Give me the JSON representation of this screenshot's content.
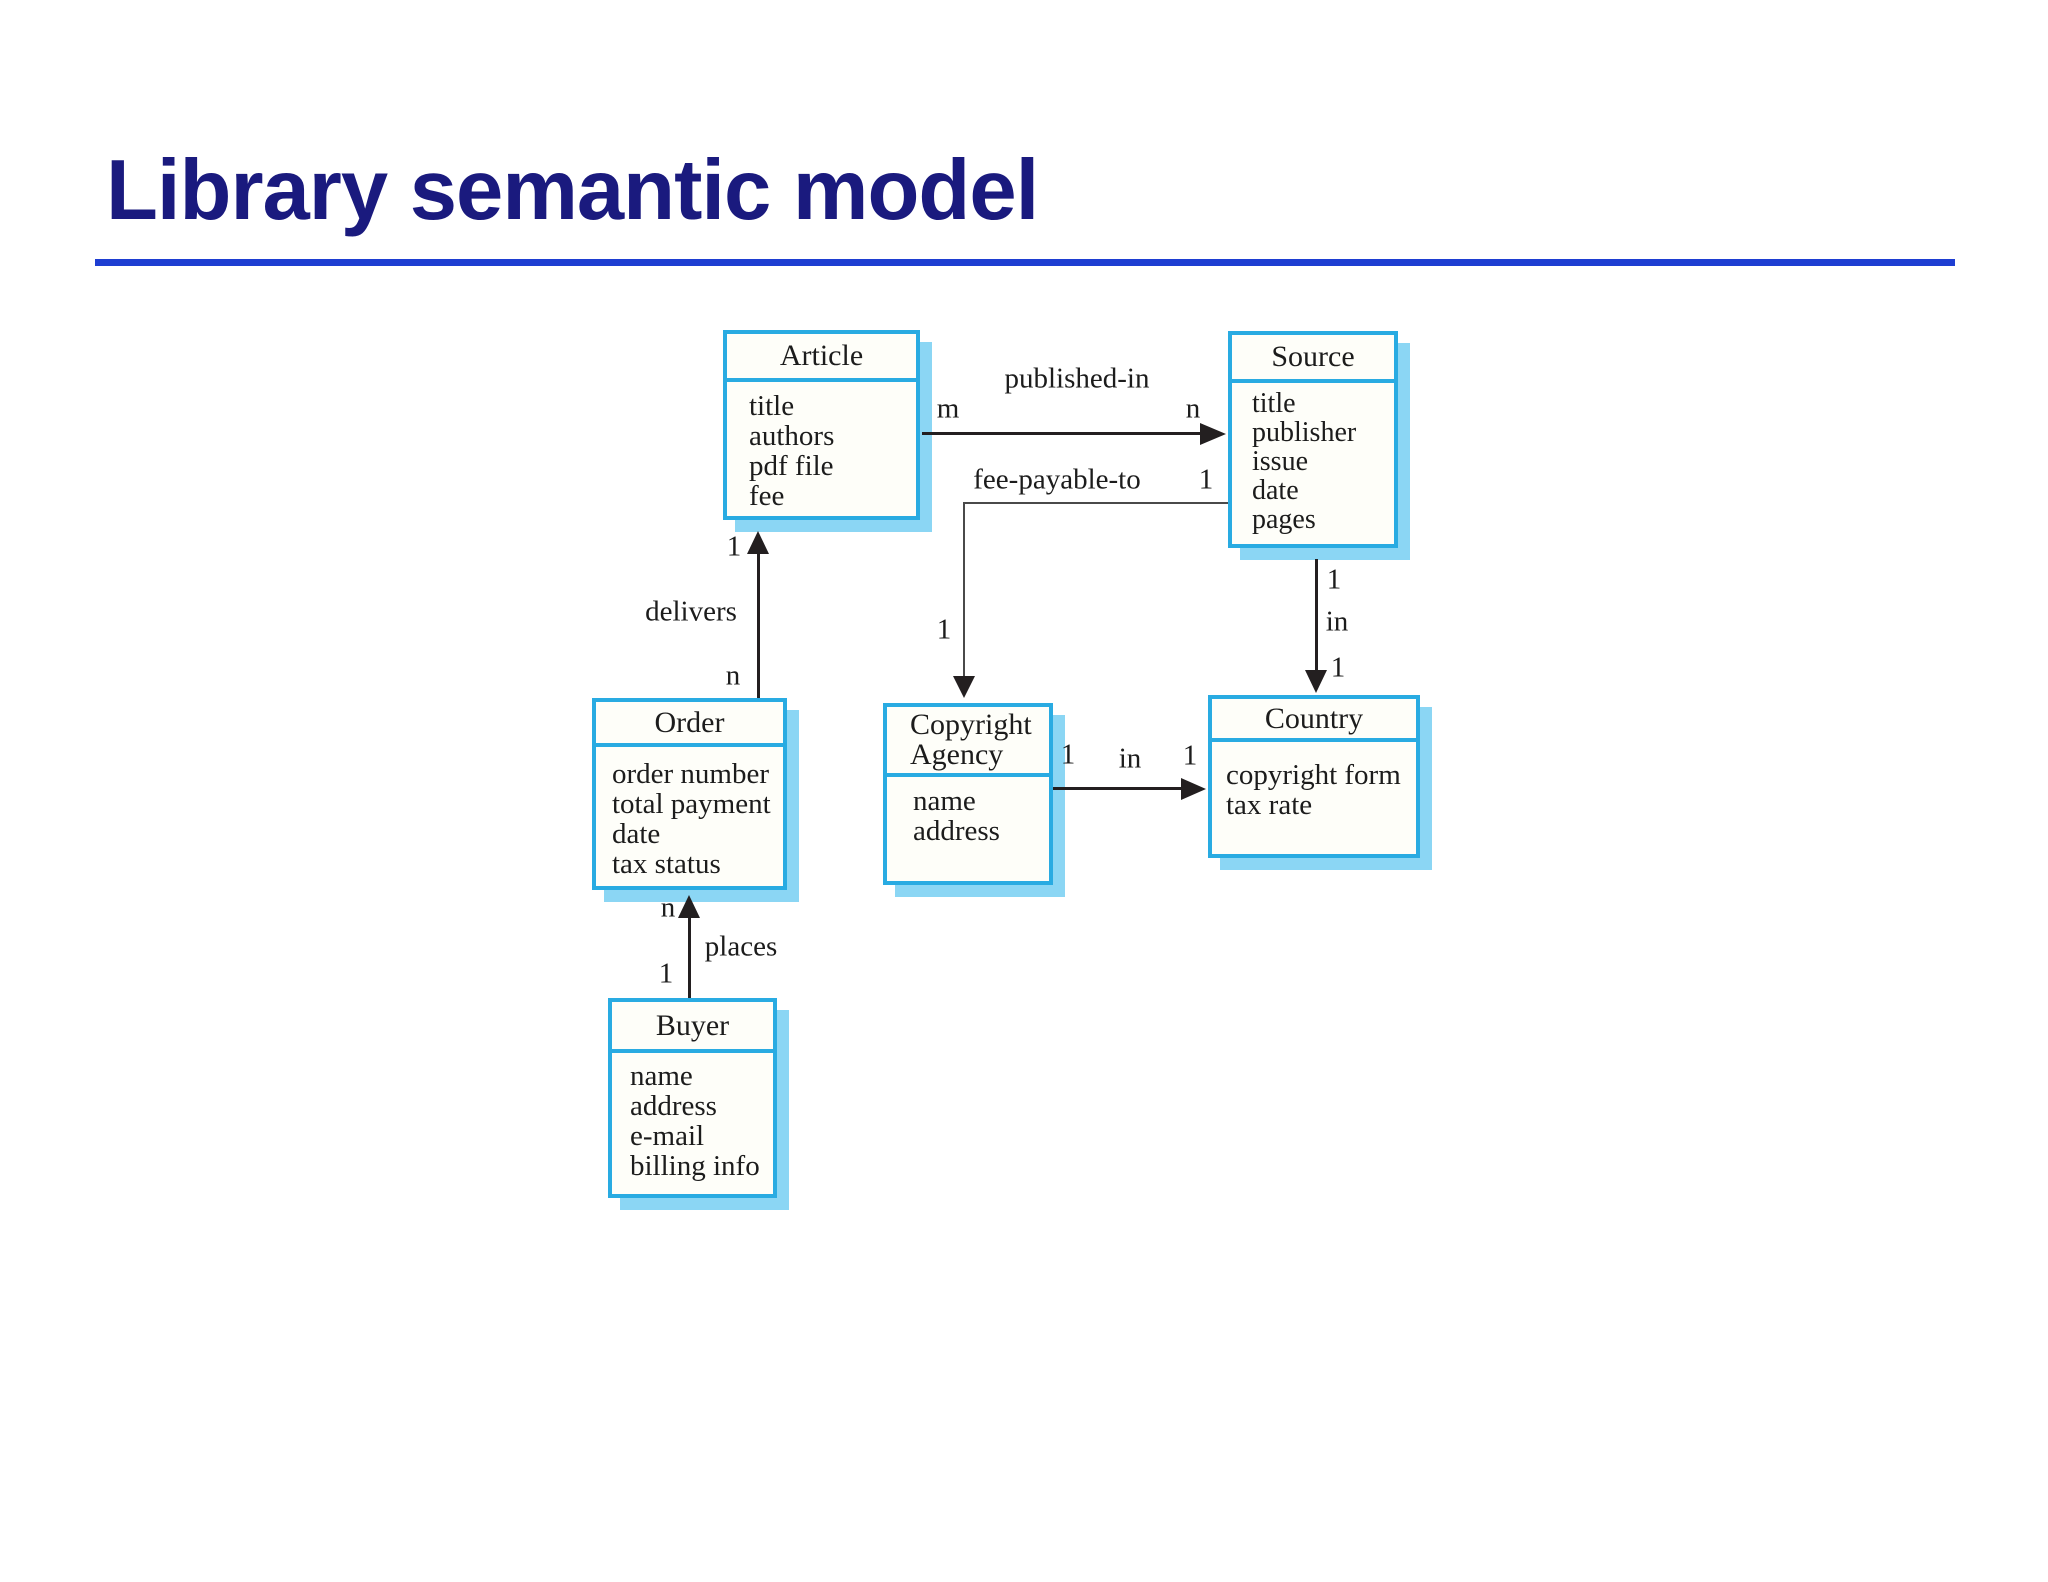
{
  "slide": {
    "title": "Library semantic model",
    "title_color": "#1a1a7e",
    "rule_color": "#1e3ed2"
  },
  "diagram": {
    "colors": {
      "box_border": "#29abe2",
      "box_shadow": "#8bd6f4",
      "box_fill": "#fefef9",
      "line": "#231f20",
      "text": "#1c1c1c"
    },
    "entities": [
      {
        "name": "Article",
        "attributes": [
          "title",
          "authors",
          "pdf file",
          "fee"
        ]
      },
      {
        "name": "Source",
        "attributes": [
          "title",
          "publisher",
          "issue",
          "date",
          "pages"
        ]
      },
      {
        "name": "Order",
        "attributes": [
          "order number",
          "total payment",
          "date",
          "tax status"
        ]
      },
      {
        "name": "Copyright Agency",
        "attributes": [
          "name",
          "address"
        ]
      },
      {
        "name": "Country",
        "attributes": [
          "copyright form",
          "tax rate"
        ]
      },
      {
        "name": "Buyer",
        "attributes": [
          "name",
          "address",
          "e-mail",
          "billing info"
        ]
      }
    ],
    "relationships": {
      "published_in": {
        "label": "published-in",
        "from": "Article",
        "to": "Source",
        "from_card": "m",
        "to_card": "n"
      },
      "fee_payable_to": {
        "label": "fee-payable-to",
        "from": "Source",
        "to": "Copyright Agency",
        "from_card": "1",
        "to_card": "1"
      },
      "delivers": {
        "label": "delivers",
        "from": "Order",
        "to": "Article",
        "from_card": "n",
        "to_card": "1"
      },
      "places": {
        "label": "places",
        "from": "Buyer",
        "to": "Order",
        "from_card": "1",
        "to_card": "n"
      },
      "in_source_country": {
        "label": "in",
        "from": "Source",
        "to": "Country",
        "from_card": "1",
        "to_card": "1"
      },
      "in_agency_country": {
        "label": "in",
        "from": "Copyright Agency",
        "to": "Country",
        "from_card": "1",
        "to_card": "1"
      }
    }
  }
}
